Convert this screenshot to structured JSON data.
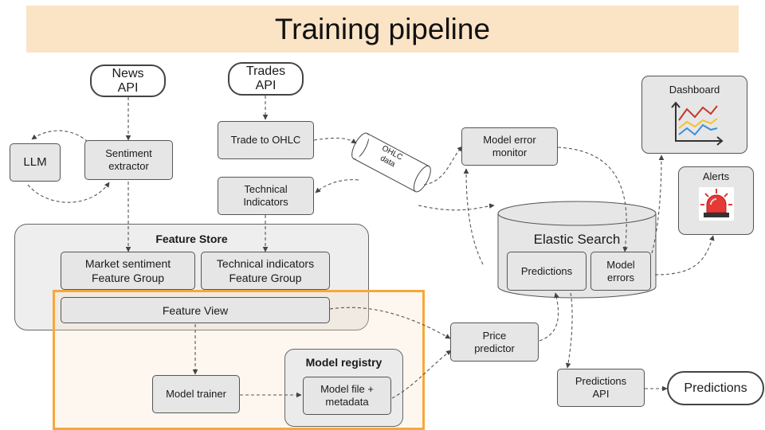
{
  "title": "Training pipeline",
  "nodes": {
    "news_api": "News\nAPI",
    "trades_api": "Trades\nAPI",
    "llm": "LLM",
    "sentiment_extractor": "Sentiment\nextractor",
    "trade_to_ohlc": "Trade to OHLC",
    "ohlc_data": "OHLC\ndata",
    "technical_indicators": "Technical\nIndicators",
    "model_error_monitor": "Model error\nmonitor",
    "dashboard": "Dashboard",
    "alerts": "Alerts",
    "elastic_search": "Elastic Search",
    "predictions_store": "Predictions",
    "model_errors": "Model\nerrors",
    "feature_store": "Feature Store",
    "market_sentiment_fg": "Market sentiment\nFeature Group",
    "technical_indicators_fg": "Technical indicators\nFeature Group",
    "feature_view": "Feature View",
    "price_predictor": "Price\npredictor",
    "model_registry": "Model registry",
    "model_trainer": "Model trainer",
    "model_file": "Model file +\nmetadata",
    "predictions_api": "Predictions\nAPI",
    "predictions_output": "Predictions"
  },
  "icons": {
    "dashboard": "line-chart-icon",
    "alerts": "siren-icon"
  },
  "colors": {
    "title_band": "#fbe3c6",
    "highlight_frame": "#f6a839",
    "node_fill": "#e6e6e6",
    "chart_red": "#c0392b",
    "chart_yellow": "#f2c230",
    "chart_blue": "#3a8fd8",
    "siren_red": "#e53935"
  }
}
